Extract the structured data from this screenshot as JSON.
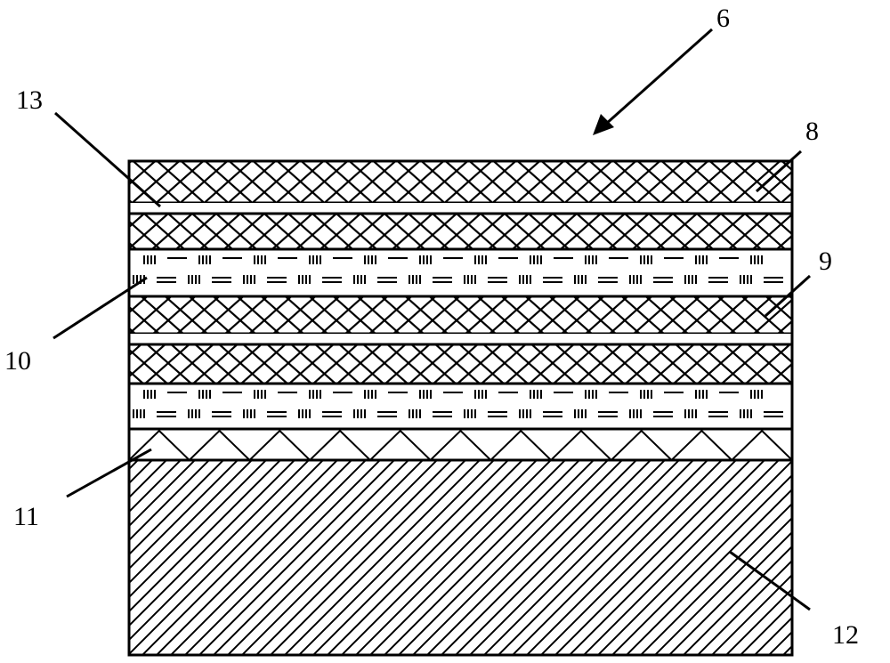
{
  "figure": {
    "labels": {
      "assembly": "6",
      "top_layer": "8",
      "middle_layer": "9",
      "dash_layer": "10",
      "triangle_layer": "11",
      "substrate": "12",
      "thin_layer": "13"
    }
  }
}
